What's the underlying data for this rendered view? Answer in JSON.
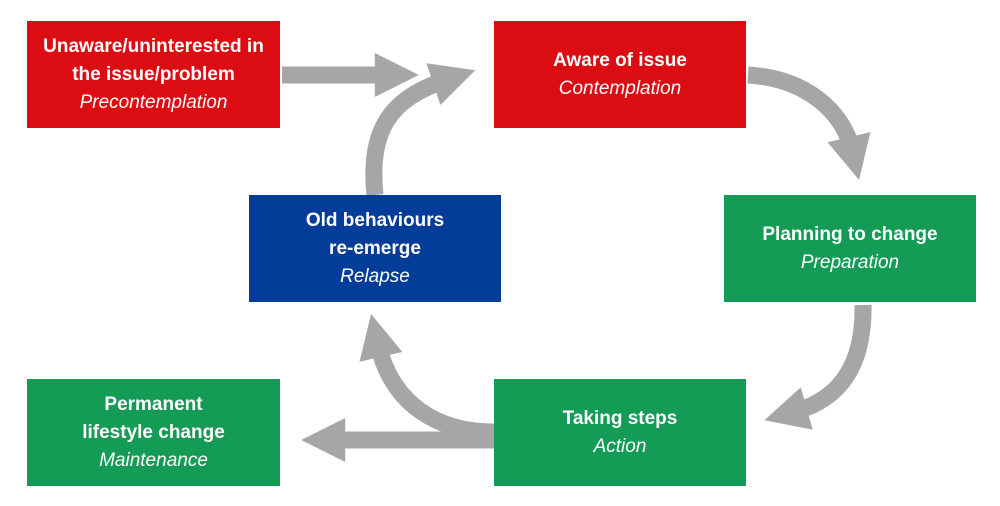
{
  "colors": {
    "red": "#dc0c13",
    "green": "#149b55",
    "blue": "#043c99",
    "arrow": "#a6a6a6",
    "text": "#ffffff"
  },
  "stages": {
    "precontemplation": {
      "title": "Unaware/uninterested in\nthe issue/problem",
      "subtitle": "Precontemplation"
    },
    "contemplation": {
      "title": "Aware of issue",
      "subtitle": "Contemplation"
    },
    "preparation": {
      "title": "Planning to change",
      "subtitle": "Preparation"
    },
    "relapse": {
      "title": "Old behaviours\nre-emerge",
      "subtitle": "Relapse"
    },
    "action": {
      "title": "Taking steps",
      "subtitle": "Action"
    },
    "maintenance": {
      "title": "Permanent\nlifestyle change",
      "subtitle": "Maintenance"
    }
  }
}
